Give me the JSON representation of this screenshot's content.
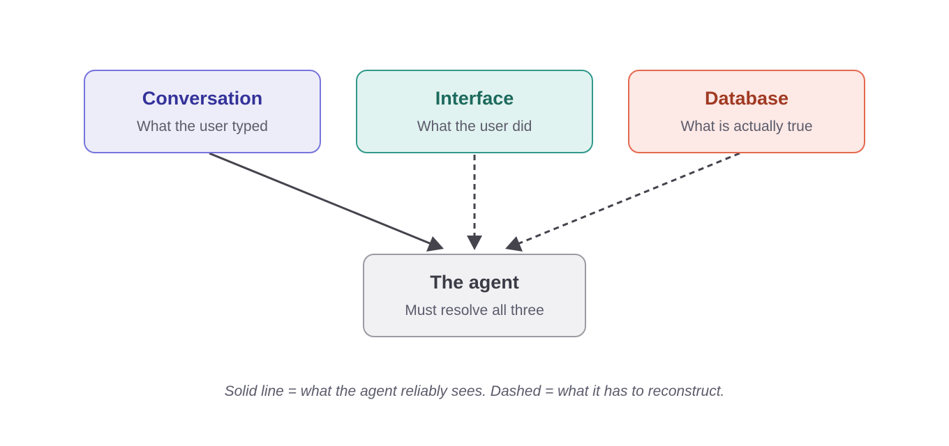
{
  "nodes": {
    "conversation": {
      "title": "Conversation",
      "subtitle": "What the user typed"
    },
    "interface": {
      "title": "Interface",
      "subtitle": "What the user did"
    },
    "database": {
      "title": "Database",
      "subtitle": "What is actually true"
    },
    "agent": {
      "title": "The agent",
      "subtitle": "Must resolve all three"
    }
  },
  "edges": [
    {
      "from": "conversation",
      "to": "agent",
      "style": "solid"
    },
    {
      "from": "interface",
      "to": "agent",
      "style": "dashed"
    },
    {
      "from": "database",
      "to": "agent",
      "style": "dashed"
    }
  ],
  "caption": "Solid line = what the agent reliably sees. Dashed = what it has to reconstruct.",
  "colors": {
    "conversation_fill": "#ededf9",
    "conversation_border": "#7674dc",
    "conversation_title": "#34329a",
    "interface_fill": "#e1f3f0",
    "interface_border": "#31998b",
    "interface_title": "#1c6a5d",
    "database_fill": "#fde9e6",
    "database_border": "#e3694e",
    "database_title": "#a03a23",
    "agent_fill": "#f1f1f4",
    "agent_border": "#9b9ba3",
    "agent_title": "#3b3b45",
    "edge": "#45444d"
  }
}
